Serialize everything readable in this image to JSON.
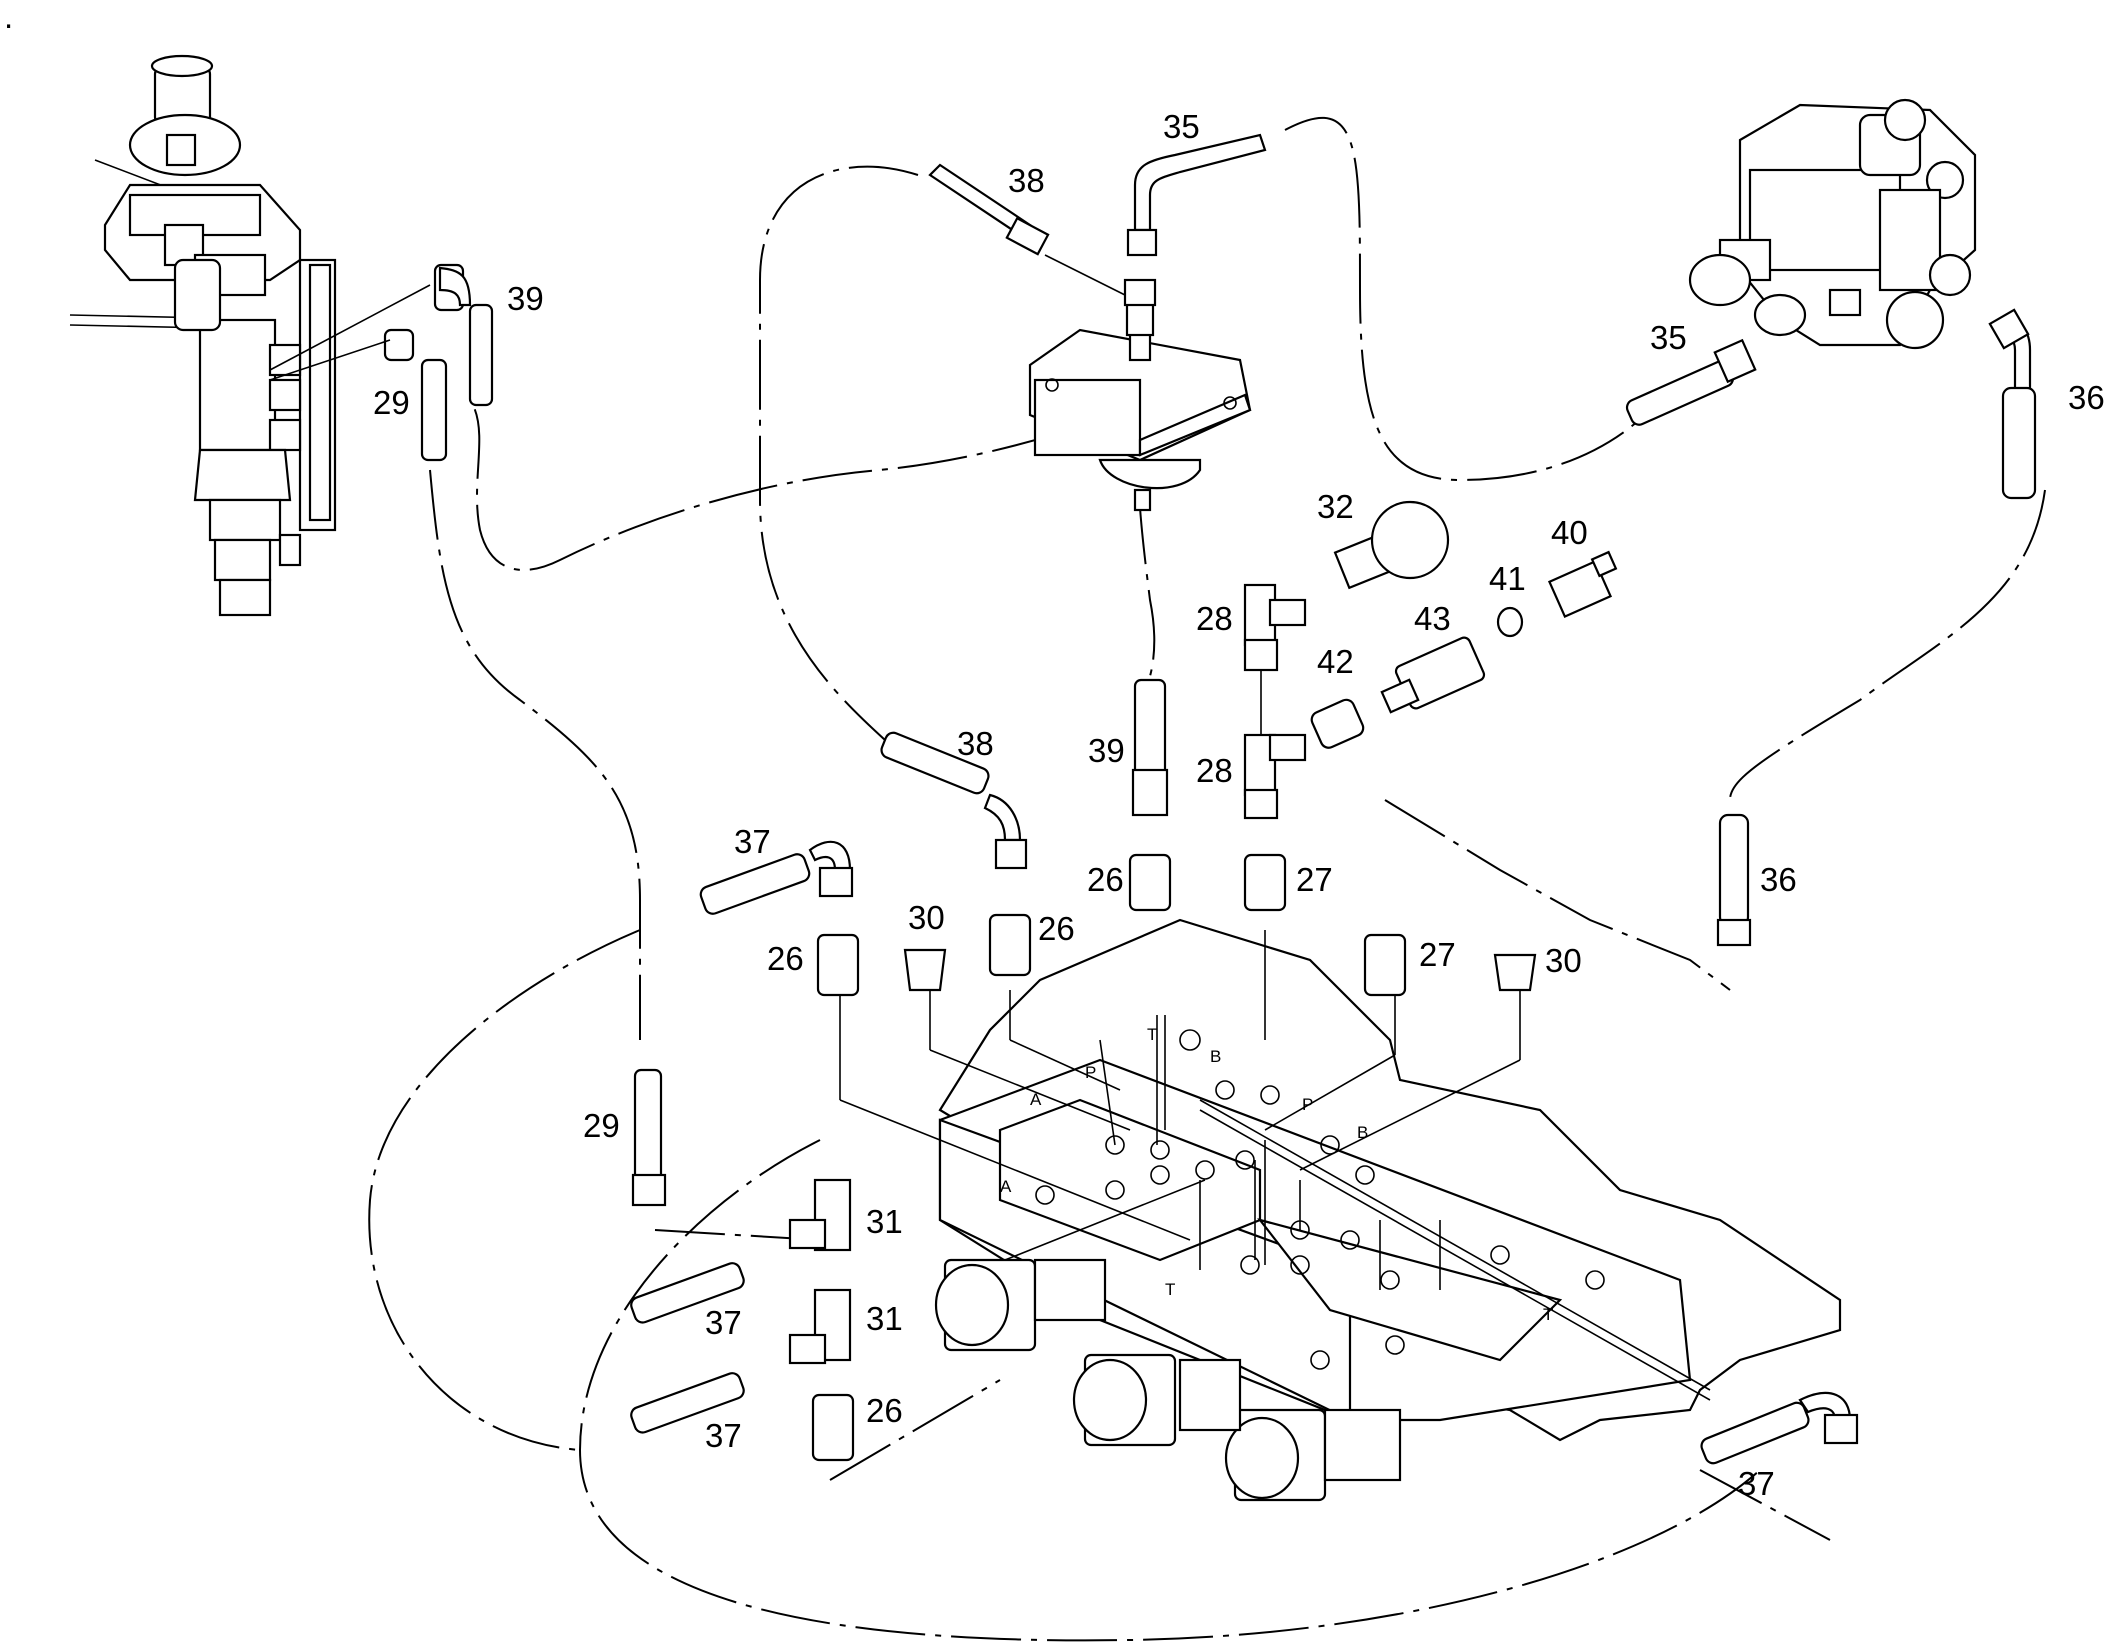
{
  "diagram": {
    "corner_mark": ".",
    "part_labels": [
      "38",
      "35",
      "39",
      "29",
      "35",
      "36",
      "32",
      "40",
      "41",
      "28",
      "43",
      "42",
      "38",
      "39",
      "28",
      "37",
      "26",
      "27",
      "36",
      "30",
      "26",
      "26",
      "27",
      "30",
      "29",
      "31",
      "31",
      "37",
      "37",
      "26",
      "37"
    ],
    "port_labels": [
      "T",
      "P",
      "B",
      "A",
      "P",
      "B",
      "A",
      "T",
      "T"
    ]
  }
}
